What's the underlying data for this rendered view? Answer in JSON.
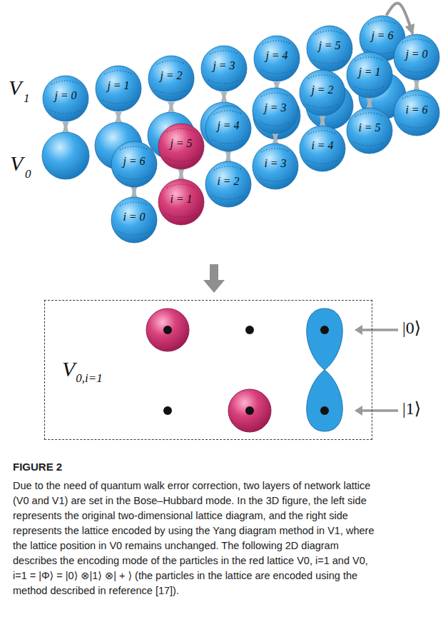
{
  "diagram": {
    "title": "FIGURE 2",
    "caption": "Due to the need of quantum walk error correction, two layers of network lattice (V0 and V1) are set in the Bose–Hubbard mode. In the 3D figure, the left side represents the original two-dimensional lattice diagram, and the right side represents the lattice encoded by using the Yang diagram method in V1, where the lattice position in V0 remains unchanged. The following 2D diagram describes the encoding mode of the particles in the red lattice V0, i=1 and V0, i=1 = |Φ⟩ = |0⟩ ⊗|1⟩ ⊗| + ⟩ (the particles in the lattice are encoded using the method described in reference [17]).",
    "nodes": [
      {
        "text": [
          "j = 0"
        ]
      },
      {
        "text": [
          "j = 1"
        ]
      },
      {
        "text": [
          "j = 2"
        ]
      },
      {
        "text": [
          "j = 3"
        ]
      },
      {
        "text": [
          "j = 4"
        ]
      },
      {
        "text": [
          "j = 5"
        ]
      },
      {
        "text": [
          "j = 6"
        ]
      },
      {
        "text": [
          "j = 6"
        ]
      },
      {
        "text": [
          "j = 5"
        ]
      },
      {
        "text": [
          "j = 4"
        ]
      },
      {
        "text": [
          "j = 3"
        ]
      },
      {
        "text": [
          "j = 2"
        ]
      },
      {
        "text": [
          "j = 1"
        ]
      },
      {
        "text": [
          "j = 0"
        ]
      },
      {
        "text": [
          "i = 0"
        ]
      },
      {
        "text": [
          "i = 1"
        ]
      },
      {
        "text": [
          "i = 2"
        ]
      },
      {
        "text": [
          "i = 3"
        ]
      },
      {
        "text": [
          "i = 4"
        ]
      },
      {
        "text": [
          "i = 5"
        ]
      },
      {
        "text": [
          "i = 6"
        ]
      },
      {
        "text": [
          "V",
          "0,i=1"
        ]
      }
    ],
    "edges": [
      {
        "from": 6,
        "to": 13,
        "arrow": "to"
      }
    ],
    "labels": [
      "V",
      "1",
      "V",
      "0",
      "|0⟩",
      "|1⟩"
    ]
  }
}
